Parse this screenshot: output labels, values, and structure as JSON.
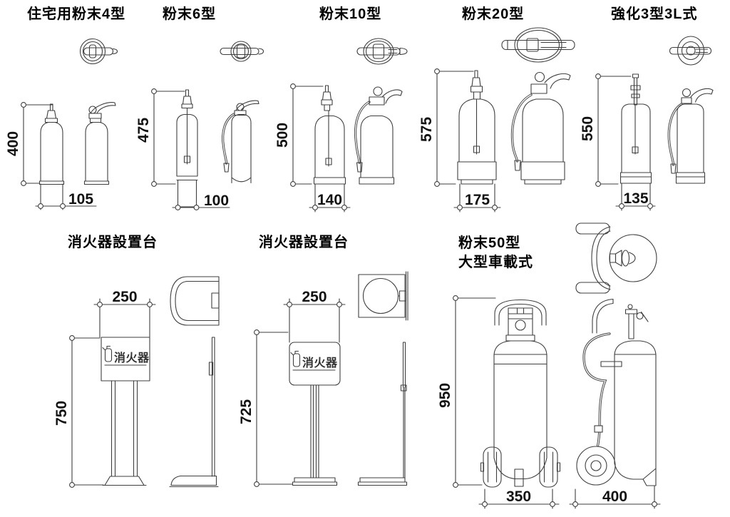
{
  "colors": {
    "background": "#ffffff",
    "line": "#3f3f3f",
    "text": "#000000"
  },
  "drawing": {
    "extinguishers": [
      {
        "name": "住宅用粉末4型",
        "height": "400",
        "width": "105"
      },
      {
        "name": "粉末6型",
        "height": "475",
        "width": "100"
      },
      {
        "name": "粉末10型",
        "height": "500",
        "width": "140"
      },
      {
        "name": "粉末20型",
        "height": "575",
        "width": "175"
      },
      {
        "name": "強化3型3L式",
        "height": "550",
        "width": "135"
      }
    ],
    "stands": [
      {
        "name": "消火器設置台",
        "width": "250",
        "height": "750",
        "sign": "消火器"
      },
      {
        "name": "消火器設置台",
        "width": "250",
        "height": "725",
        "sign": "消火器"
      }
    ],
    "cart": {
      "name_line1": "粉末50型",
      "name_line2": "大型車載式",
      "height": "950",
      "front_width": "350",
      "side_width": "400"
    }
  }
}
